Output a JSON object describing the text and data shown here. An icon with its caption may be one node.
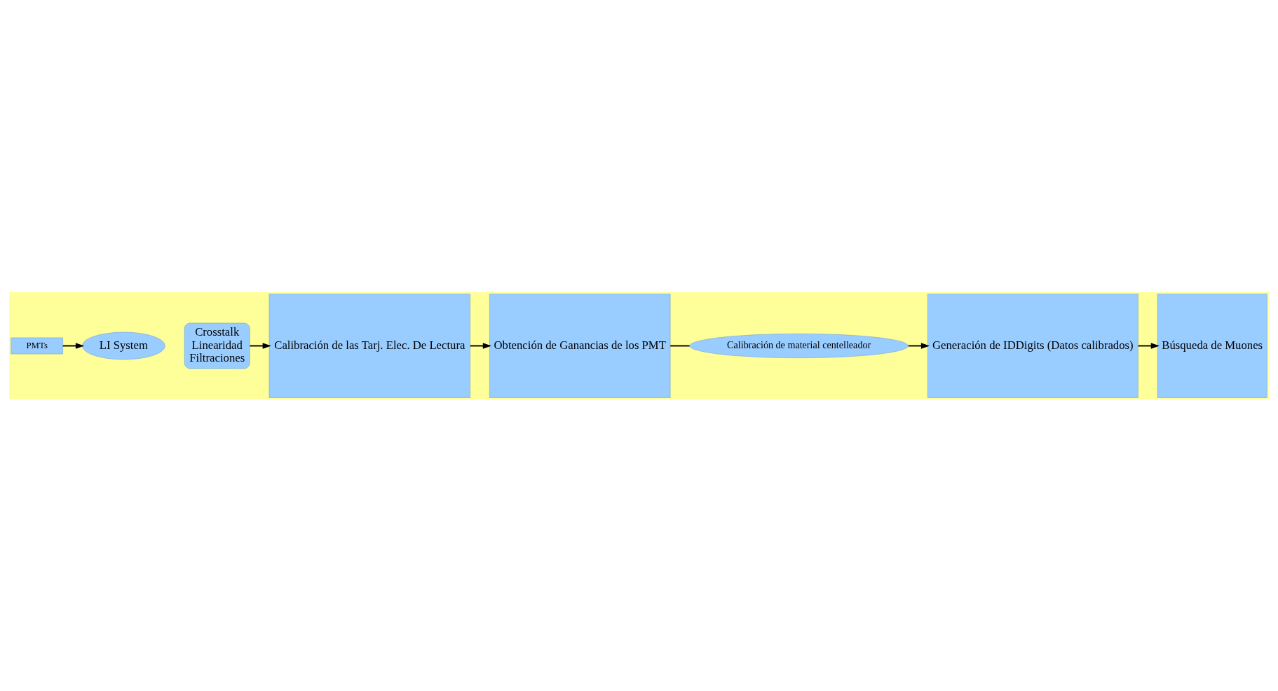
{
  "diagram": {
    "nodes": [
      {
        "text": [
          "PMTs"
        ]
      },
      {
        "text": [
          "LI System"
        ]
      },
      {
        "text": [
          "Crosstalk",
          "Linearidad",
          "Filtraciones"
        ]
      },
      {
        "text": [
          "Calibración de las Tarj. Elec. De Lectura"
        ]
      },
      {
        "text": [
          "Obtención de Ganancias de los PMT"
        ]
      },
      {
        "text": [
          "Calibración de material centelleador"
        ]
      },
      {
        "text": [
          "Generación de IDDigits (Datos calibrados)"
        ]
      },
      {
        "text": [
          "Búsqueda de Muones"
        ]
      }
    ],
    "edges": [
      {
        "from": 0,
        "to": 1,
        "arrow": "to"
      },
      {
        "from": 2,
        "to": 3,
        "arrow": "to"
      },
      {
        "from": 3,
        "to": 4,
        "arrow": "to"
      },
      {
        "from": 4,
        "to": 5,
        "arrow": "none"
      },
      {
        "from": 5,
        "to": 6,
        "arrow": "to"
      },
      {
        "from": 6,
        "to": 7,
        "arrow": "to"
      }
    ]
  }
}
